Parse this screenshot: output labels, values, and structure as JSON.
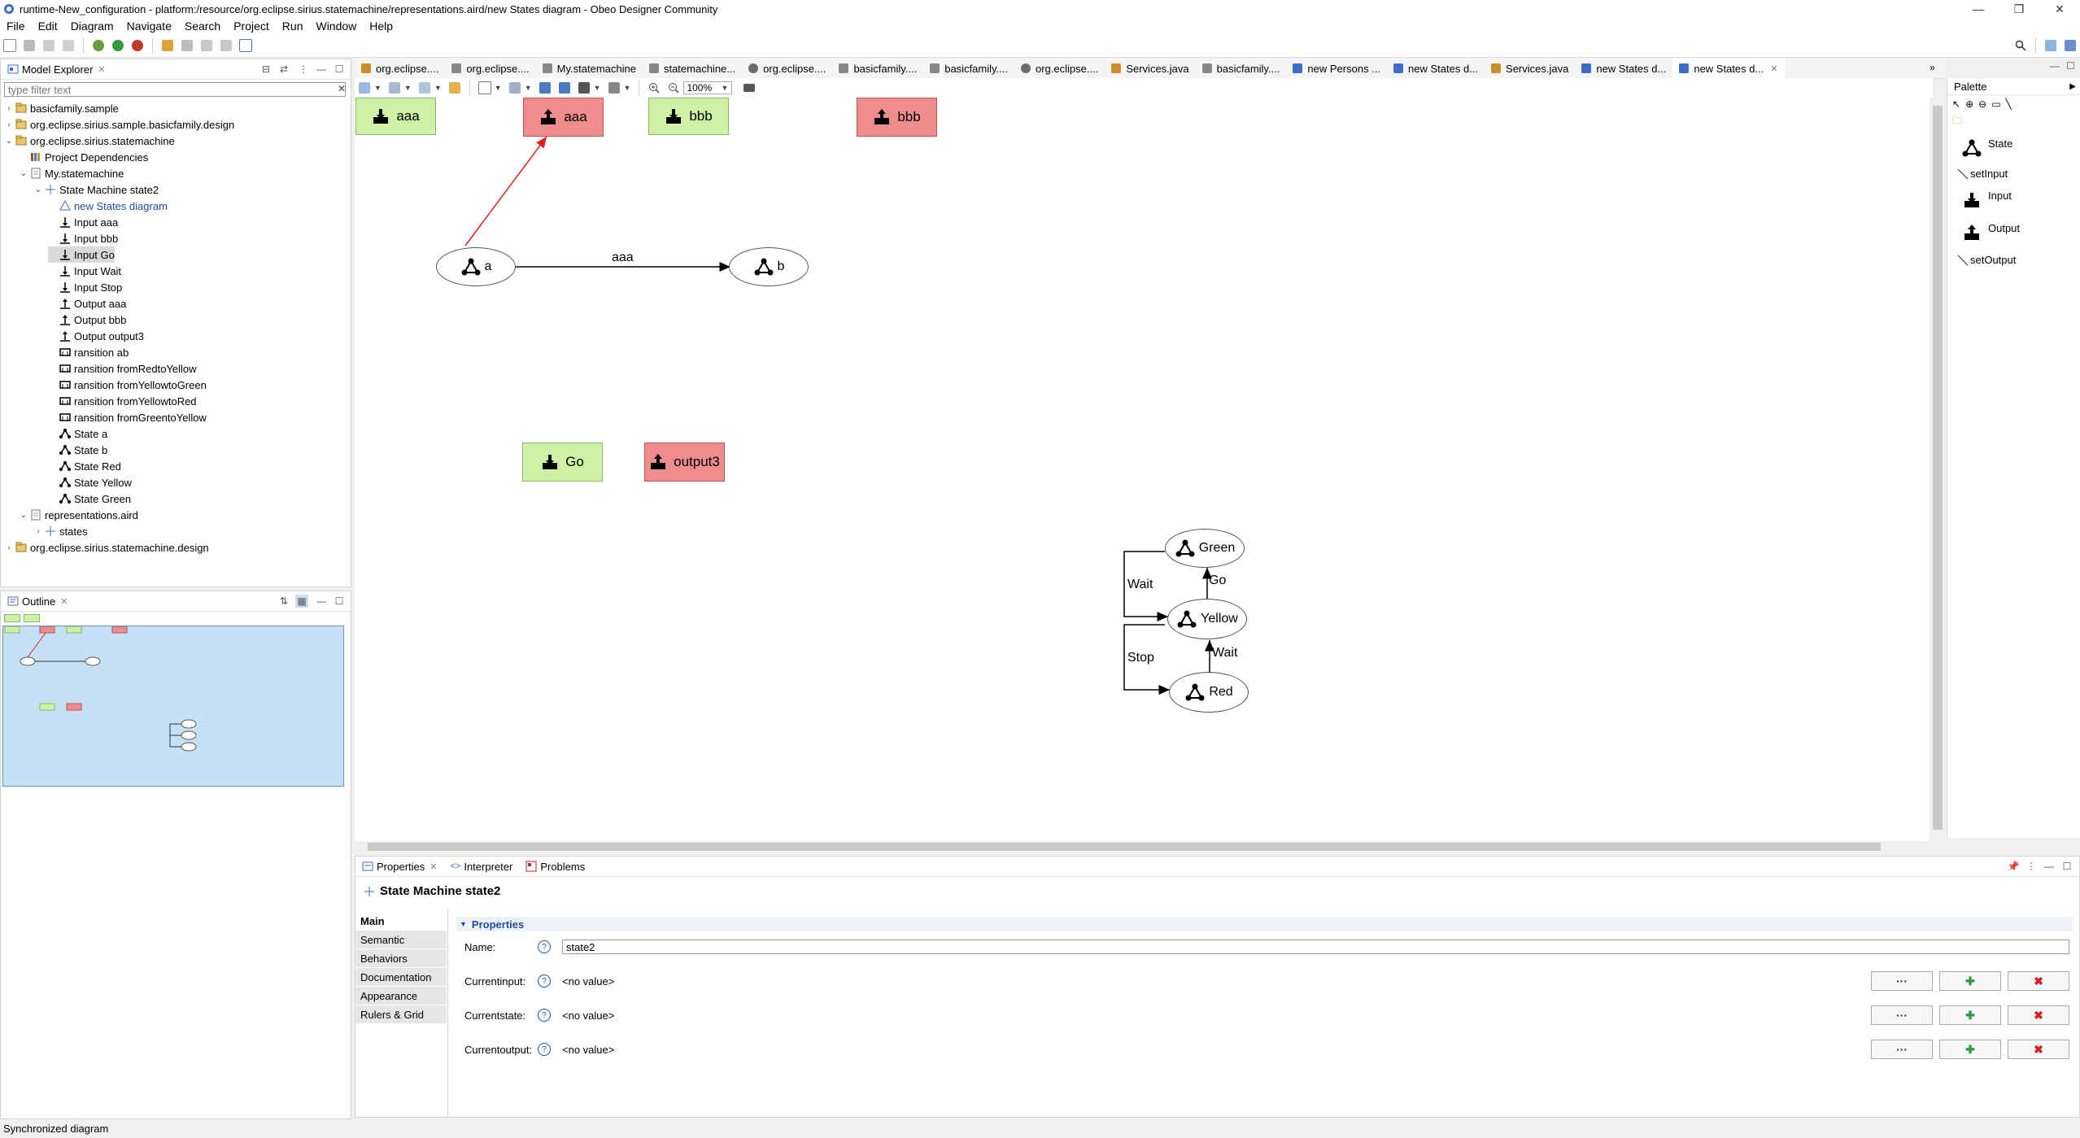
{
  "window": {
    "title": "runtime-New_configuration - platform:/resource/org.eclipse.sirius.statemachine/representations.aird/new States diagram - Obeo Designer Community",
    "minimize": "—",
    "restore": "❐",
    "close": "✕"
  },
  "menu": [
    "File",
    "Edit",
    "Diagram",
    "Navigate",
    "Search",
    "Project",
    "Run",
    "Window",
    "Help"
  ],
  "model_explorer": {
    "tab_label": "Model Explorer",
    "filter_placeholder": "type filter text",
    "tree": [
      {
        "label": "basicfamily.sample",
        "icon": "project-icon"
      },
      {
        "label": "org.eclipse.sirius.sample.basicfamily.design",
        "icon": "project-icon"
      },
      {
        "label": "org.eclipse.sirius.statemachine",
        "icon": "project-icon"
      },
      {
        "label": "Project Dependencies",
        "icon": "library-icon"
      },
      {
        "label": "My.statemachine",
        "icon": "file-icon"
      },
      {
        "label": "State Machine state2",
        "icon": "statemachine-icon"
      },
      {
        "label": "new States diagram",
        "icon": "diagram-icon"
      },
      {
        "label": "Input aaa",
        "icon": "input-icon"
      },
      {
        "label": "Input bbb",
        "icon": "input-icon"
      },
      {
        "label": "Input Go",
        "icon": "input-icon"
      },
      {
        "label": "Input Wait",
        "icon": "input-icon"
      },
      {
        "label": "Input Stop",
        "icon": "input-icon"
      },
      {
        "label": "Output aaa",
        "icon": "output-icon"
      },
      {
        "label": "Output bbb",
        "icon": "output-icon"
      },
      {
        "label": "Output output3",
        "icon": "output-icon"
      },
      {
        "label": "ransition ab",
        "icon": "transition-icon"
      },
      {
        "label": "ransition fromRedtoYellow",
        "icon": "transition-icon"
      },
      {
        "label": "ransition fromYellowtoGreen",
        "icon": "transition-icon"
      },
      {
        "label": "ransition fromYellowtoRed",
        "icon": "transition-icon"
      },
      {
        "label": "ransition fromGreentoYellow",
        "icon": "transition-icon"
      },
      {
        "label": "State a",
        "icon": "state-icon"
      },
      {
        "label": "State b",
        "icon": "state-icon"
      },
      {
        "label": "State Red",
        "icon": "state-icon"
      },
      {
        "label": "State Yellow",
        "icon": "state-icon"
      },
      {
        "label": "State Green",
        "icon": "state-icon"
      },
      {
        "label": "representations.aird",
        "icon": "file-icon"
      },
      {
        "label": "states",
        "icon": "statemachine-icon"
      },
      {
        "label": "org.eclipse.sirius.statemachine.design",
        "icon": "project-icon"
      }
    ]
  },
  "outline": {
    "tab_label": "Outline"
  },
  "editor_tabs": [
    {
      "label": "org.eclipse....",
      "icon": "java-icon"
    },
    {
      "label": "org.eclipse....",
      "icon": "file-icon"
    },
    {
      "label": "My.statemachine",
      "icon": "file-icon"
    },
    {
      "label": "statemachine...",
      "icon": "file-icon"
    },
    {
      "label": "org.eclipse....",
      "icon": "gear-icon"
    },
    {
      "label": "basicfamily....",
      "icon": "file-icon"
    },
    {
      "label": "basicfamily....",
      "icon": "file-icon"
    },
    {
      "label": "org.eclipse....",
      "icon": "gear-icon"
    },
    {
      "label": "Services.java",
      "icon": "java-icon"
    },
    {
      "label": "basicfamily....",
      "icon": "file-icon"
    },
    {
      "label": "new Persons ...",
      "icon": "diagram-icon"
    },
    {
      "label": "new States d...",
      "icon": "diagram-icon"
    },
    {
      "label": "Services.java",
      "icon": "java-icon"
    },
    {
      "label": "new States d...",
      "icon": "diagram-icon"
    },
    {
      "label": "new States d...",
      "icon": "diagram-icon",
      "active": true
    }
  ],
  "editor_tabs_more": "»",
  "diagram_toolbar": {
    "zoom": "100%"
  },
  "diagram": {
    "inputs": {
      "aaa": "aaa",
      "bbb": "bbb",
      "go": "Go"
    },
    "outputs": {
      "aaa": "aaa",
      "bbb": "bbb",
      "output3": "output3"
    },
    "states": {
      "a": "a",
      "b": "b",
      "green": "Green",
      "yellow": "Yellow",
      "red": "Red"
    },
    "edge_labels": {
      "ab": "aaa",
      "wait_top": "Wait",
      "go": "Go",
      "stop": "Stop",
      "wait_bottom": "Wait"
    }
  },
  "palette": {
    "title": "Palette",
    "items": [
      "State",
      "setInput",
      "Input",
      "Output",
      "setOutput"
    ]
  },
  "properties": {
    "tabs": [
      "Properties",
      "Interpreter",
      "Problems"
    ],
    "title": "State Machine state2",
    "side_tabs": [
      "Main",
      "Semantic",
      "Behaviors",
      "Documentation",
      "Appearance",
      "Rulers & Grid"
    ],
    "section": "Properties",
    "fields": [
      {
        "label": "Name:",
        "value": "state2",
        "kind": "input"
      },
      {
        "label": "Currentinput:",
        "value": "<no value>",
        "kind": "ref"
      },
      {
        "label": "Currentstate:",
        "value": "<no value>",
        "kind": "ref"
      },
      {
        "label": "Currentoutput:",
        "value": "<no value>",
        "kind": "ref"
      }
    ],
    "btn_browse": "···",
    "btn_add": "✚",
    "btn_remove": "✖"
  },
  "status": {
    "text": "Synchronized diagram"
  },
  "colors": {
    "input_node": "#cef1a6",
    "output_node": "#ef8c8c",
    "accent": "#1f4ea1",
    "red_edge": "#e02020"
  }
}
